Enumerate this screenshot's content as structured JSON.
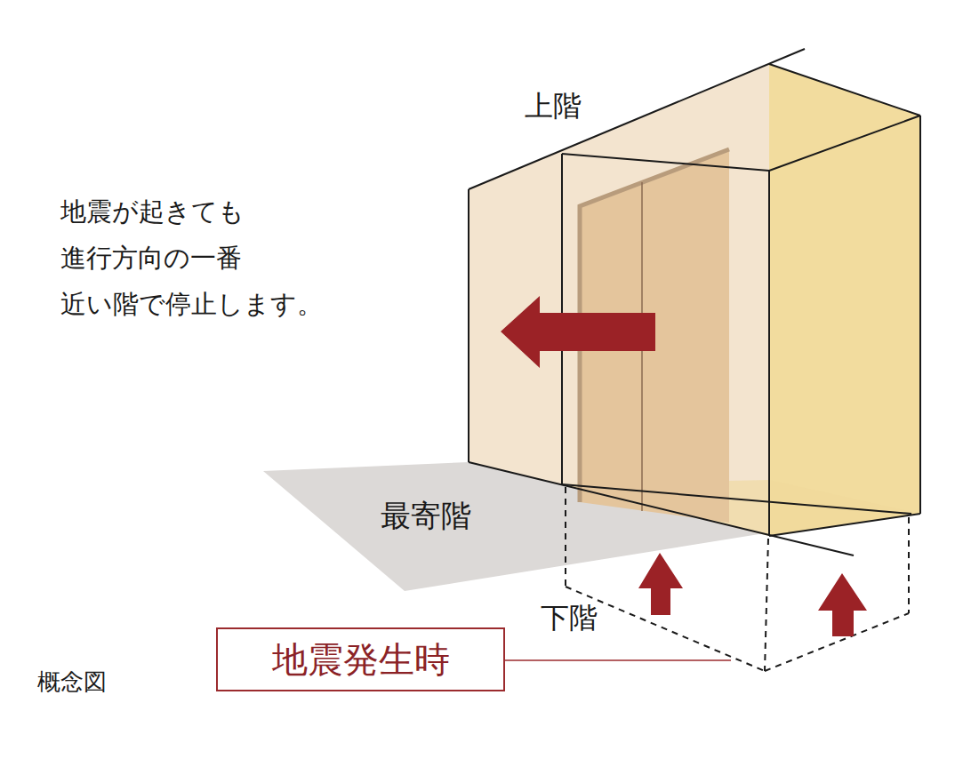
{
  "diagram": {
    "nodes": [
      {
        "text": [
          "地震発生時"
        ]
      }
    ],
    "labels": [
      "上階",
      "地震が起きても 進行方向の一番 近い階で停止します。",
      "最寄階",
      "下階",
      "概念図"
    ]
  }
}
